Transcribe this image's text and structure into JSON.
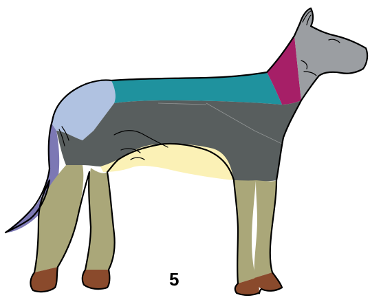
{
  "figure": {
    "number_label": "5"
  },
  "regions": [
    {
      "id": "head",
      "color": "#9b9ea2"
    },
    {
      "id": "neck",
      "color": "#a61f67"
    },
    {
      "id": "back",
      "color": "#1f929e"
    },
    {
      "id": "rump",
      "color": "#b0c2e1"
    },
    {
      "id": "tail",
      "color": "#7c78b4"
    },
    {
      "id": "trunk",
      "color": "#585e5e"
    },
    {
      "id": "belly",
      "color": "#fbf1b6"
    },
    {
      "id": "legs",
      "color": "#aaa779"
    },
    {
      "id": "paws",
      "color": "#8a4a2c"
    }
  ]
}
